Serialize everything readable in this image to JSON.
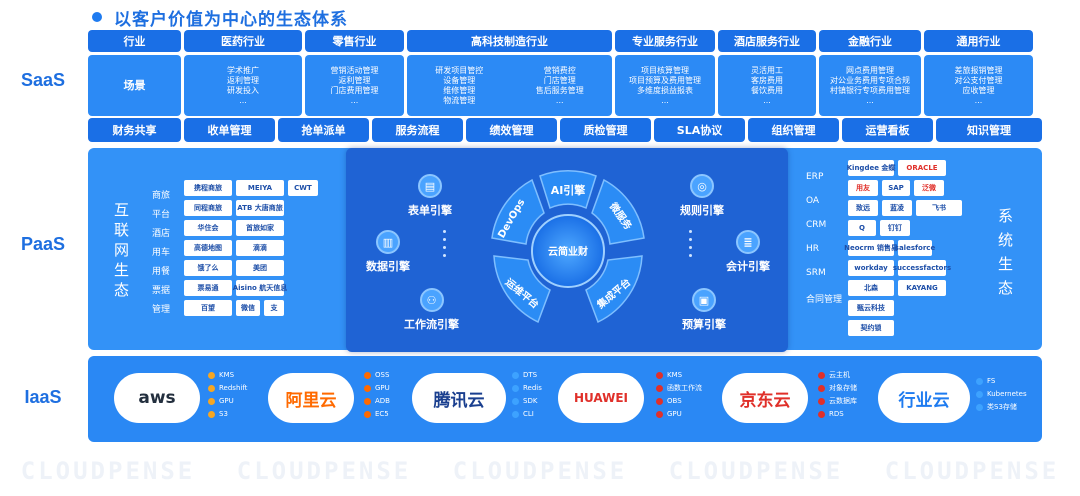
{
  "title": "以客户价值为中心的生态体系",
  "layers": {
    "saas": "SaaS",
    "paas": "PaaS",
    "iaas": "IaaS"
  },
  "saas": {
    "row_header_1": "行业",
    "row_header_2": "场景",
    "industries": [
      {
        "name": "医药行业",
        "items": [
          "学术推广",
          "返利管理",
          "研发投入",
          "..."
        ]
      },
      {
        "name": "零售行业",
        "items": [
          "营销活动管理",
          "返利管理",
          "门店费用管理",
          "..."
        ]
      },
      {
        "name": "高科技制造行业",
        "items_left": [
          "研发项目管控",
          "设备管理",
          "维修管理",
          "物流管理"
        ],
        "items_right": [
          "营销费控",
          "门店管理",
          "售后服务管理",
          "..."
        ]
      },
      {
        "name": "专业服务行业",
        "items": [
          "项目核算管理",
          "项目预算及费用管理",
          "多维度损益报表",
          "..."
        ]
      },
      {
        "name": "酒店服务行业",
        "items": [
          "灵活用工",
          "客房费用",
          "餐饮费用",
          "..."
        ]
      },
      {
        "name": "金融行业",
        "items": [
          "网点费用管理",
          "对公业务费用专项合规",
          "村镇银行专项费用管理",
          "..."
        ]
      },
      {
        "name": "通用行业",
        "items": [
          "差旅报销管理",
          "对公支付管理",
          "应收管理",
          "..."
        ]
      }
    ],
    "bar": [
      "财务共享",
      "收单管理",
      "抢单派单",
      "服务流程",
      "绩效管理",
      "质检管理",
      "SLA协议",
      "组织管理",
      "运营看板",
      "知识管理"
    ]
  },
  "paas": {
    "left_vertical": [
      "互",
      "联",
      "网",
      "生",
      "态"
    ],
    "left_categories": [
      "商旅",
      "平台",
      "酒店",
      "用车",
      "用餐",
      "票据",
      "管理"
    ],
    "left_logos": [
      [
        "携程商旅",
        "MEIYA",
        "CWT"
      ],
      [
        "同程商旅",
        "ATB 大唐商旅"
      ],
      [
        "华住会",
        "首旅如家"
      ],
      [
        "高德地图",
        "滴滴"
      ],
      [
        "饿了么",
        "美团"
      ],
      [
        "票易通",
        "Aisino 航天信息"
      ],
      [
        "百望",
        "微信",
        "支"
      ]
    ],
    "right_vertical": [
      "系",
      "统",
      "生",
      "态"
    ],
    "right_categories": [
      "ERP",
      "OA",
      "CRM",
      "HR",
      "SRM",
      "合同管理"
    ],
    "right_logos": [
      [
        "Kingdee 金蝶",
        "ORACLE"
      ],
      [
        "用友",
        "SAP",
        "泛微"
      ],
      [
        "致远",
        "蓝凌",
        "飞书"
      ],
      [
        "Q",
        "钉钉"
      ],
      [
        "Neocrm 销售易",
        "salesforce"
      ],
      [
        "workday",
        "successfactors"
      ],
      [
        "北森",
        "KAYANG"
      ],
      [
        "甄云科技"
      ],
      [
        "契约锁"
      ]
    ],
    "engines": {
      "form": "表单引擎",
      "data": "数据引擎",
      "workflow": "工作流引擎",
      "rule": "规则引擎",
      "accounting": "会计引擎",
      "budget": "预算引擎"
    },
    "ring": {
      "top": "AI引擎",
      "right": "微服务",
      "bottom_right": "集成平台",
      "bottom_left": "运维平台",
      "left": "DevOps",
      "center": "云简业财"
    }
  },
  "iaas": {
    "providers": [
      {
        "name": "aws",
        "services": [
          "KMS",
          "Redshift",
          "GPU",
          "S3"
        ]
      },
      {
        "name": "阿里云",
        "services": [
          "OSS",
          "GPU",
          "ADB",
          "EC5"
        ]
      },
      {
        "name": "腾讯云",
        "services": [
          "DTS",
          "Redis",
          "SDK",
          "CLI"
        ]
      },
      {
        "name": "HUAWEI",
        "services": [
          "KMS",
          "函数工作流",
          "OBS",
          "GPU"
        ]
      },
      {
        "name": "京东云",
        "services": [
          "云主机",
          "对象存储",
          "云数据库",
          "RDS"
        ]
      },
      {
        "name": "行业云",
        "services": [
          "FS",
          "Kubernetes",
          "类S3存储"
        ]
      }
    ]
  },
  "watermark": [
    "CLOUDPENSE",
    "CLOUDPENSE",
    "CLOUDPENSE",
    "CLOUDPENSE",
    "CLOUDPENSE"
  ],
  "colors": {
    "primary": "#1a6fe6",
    "secondary": "#2c8af5",
    "paas_bg": "#3392f7",
    "center_bg": "#1f63d4",
    "title": "#1e6fe0"
  }
}
